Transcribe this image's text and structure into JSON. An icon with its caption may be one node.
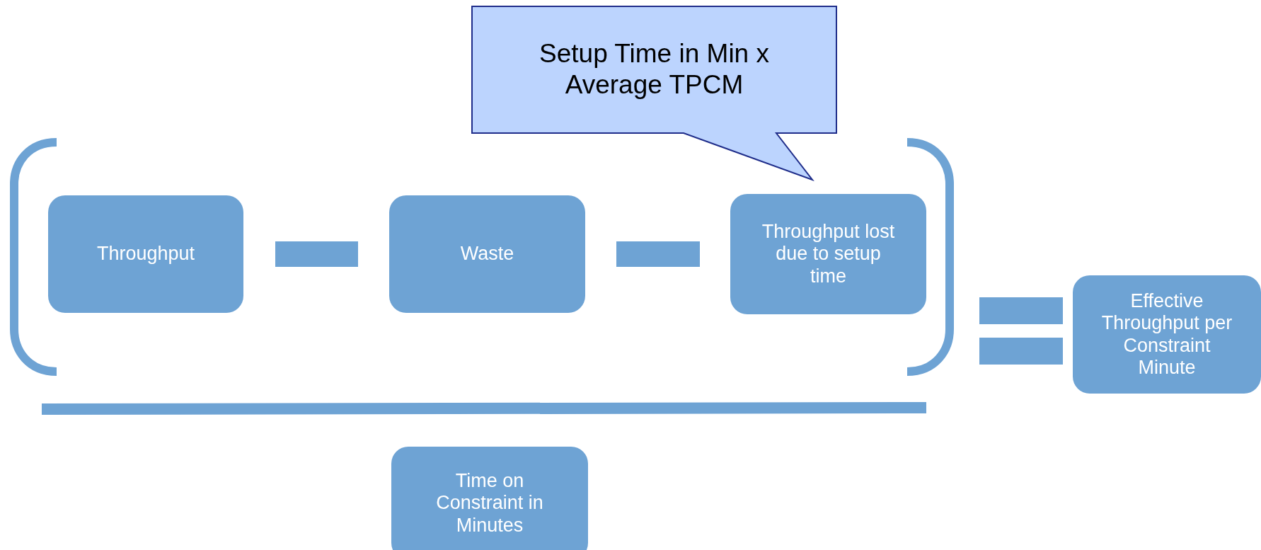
{
  "diagram": {
    "nodes": [
      {
        "text": [
          "Setup Time in Min x Average TPCM"
        ]
      },
      {
        "text": [
          "Throughput"
        ]
      },
      {
        "text": [
          "Waste"
        ]
      },
      {
        "text": [
          "Throughput lost due to setup time"
        ]
      },
      {
        "text": [
          "Effective Throughput per Constraint Minute"
        ]
      },
      {
        "text": [
          "Time on Constraint in Minutes"
        ]
      }
    ]
  }
}
